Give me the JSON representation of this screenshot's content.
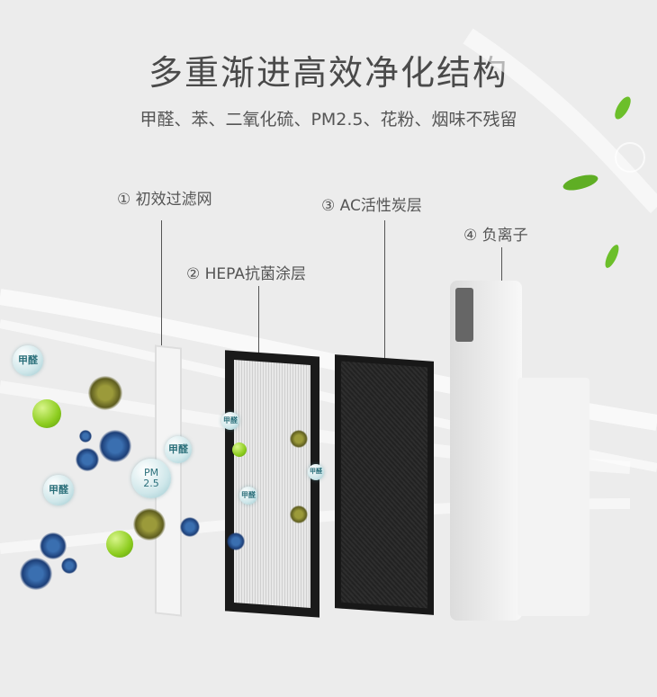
{
  "header": {
    "title": "多重渐进高效净化结构",
    "subtitle": "甲醛、苯、二氧化硫、PM2.5、花粉、烟味不残留"
  },
  "layers": [
    {
      "label": "① 初效过滤网"
    },
    {
      "label": "② HEPA抗菌涂层"
    },
    {
      "label": "③ AC活性炭层"
    },
    {
      "label": "④ 负离子"
    }
  ],
  "pollutant_bubbles": {
    "formaldehyde": "甲醛",
    "pm_line1": "PM",
    "pm_line2": "2.5"
  },
  "colors": {
    "background": "#ececec",
    "filter_frame": "#1a1a1a",
    "leaf": "#6cbf2a"
  }
}
